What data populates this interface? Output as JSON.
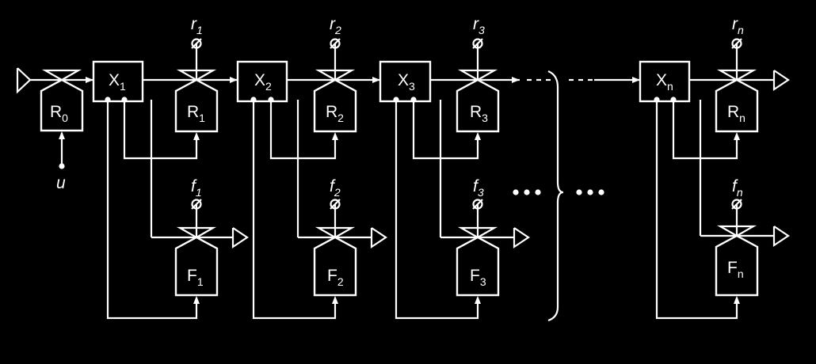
{
  "diagram": {
    "input": {
      "main": "u",
      "sub": ""
    },
    "source": {
      "main": "R",
      "sub": "0"
    },
    "stages": [
      {
        "x": {
          "main": "X",
          "sub": "1"
        },
        "r": {
          "main": "R",
          "sub": "1"
        },
        "f": {
          "main": "F",
          "sub": "1"
        },
        "rr": {
          "main": "r",
          "sub": "1"
        },
        "ff": {
          "main": "f",
          "sub": "1"
        }
      },
      {
        "x": {
          "main": "X",
          "sub": "2"
        },
        "r": {
          "main": "R",
          "sub": "2"
        },
        "f": {
          "main": "F",
          "sub": "2"
        },
        "rr": {
          "main": "r",
          "sub": "2"
        },
        "ff": {
          "main": "f",
          "sub": "2"
        }
      },
      {
        "x": {
          "main": "X",
          "sub": "3"
        },
        "r": {
          "main": "R",
          "sub": "3"
        },
        "f": {
          "main": "F",
          "sub": "3"
        },
        "rr": {
          "main": "r",
          "sub": "3"
        },
        "ff": {
          "main": "f",
          "sub": "3"
        }
      },
      {
        "x": {
          "main": "X",
          "sub": "n"
        },
        "r": {
          "main": "R",
          "sub": "n"
        },
        "f": {
          "main": "F",
          "sub": "n"
        },
        "rr": {
          "main": "r",
          "sub": "n"
        },
        "ff": {
          "main": "f",
          "sub": "n"
        }
      }
    ]
  }
}
